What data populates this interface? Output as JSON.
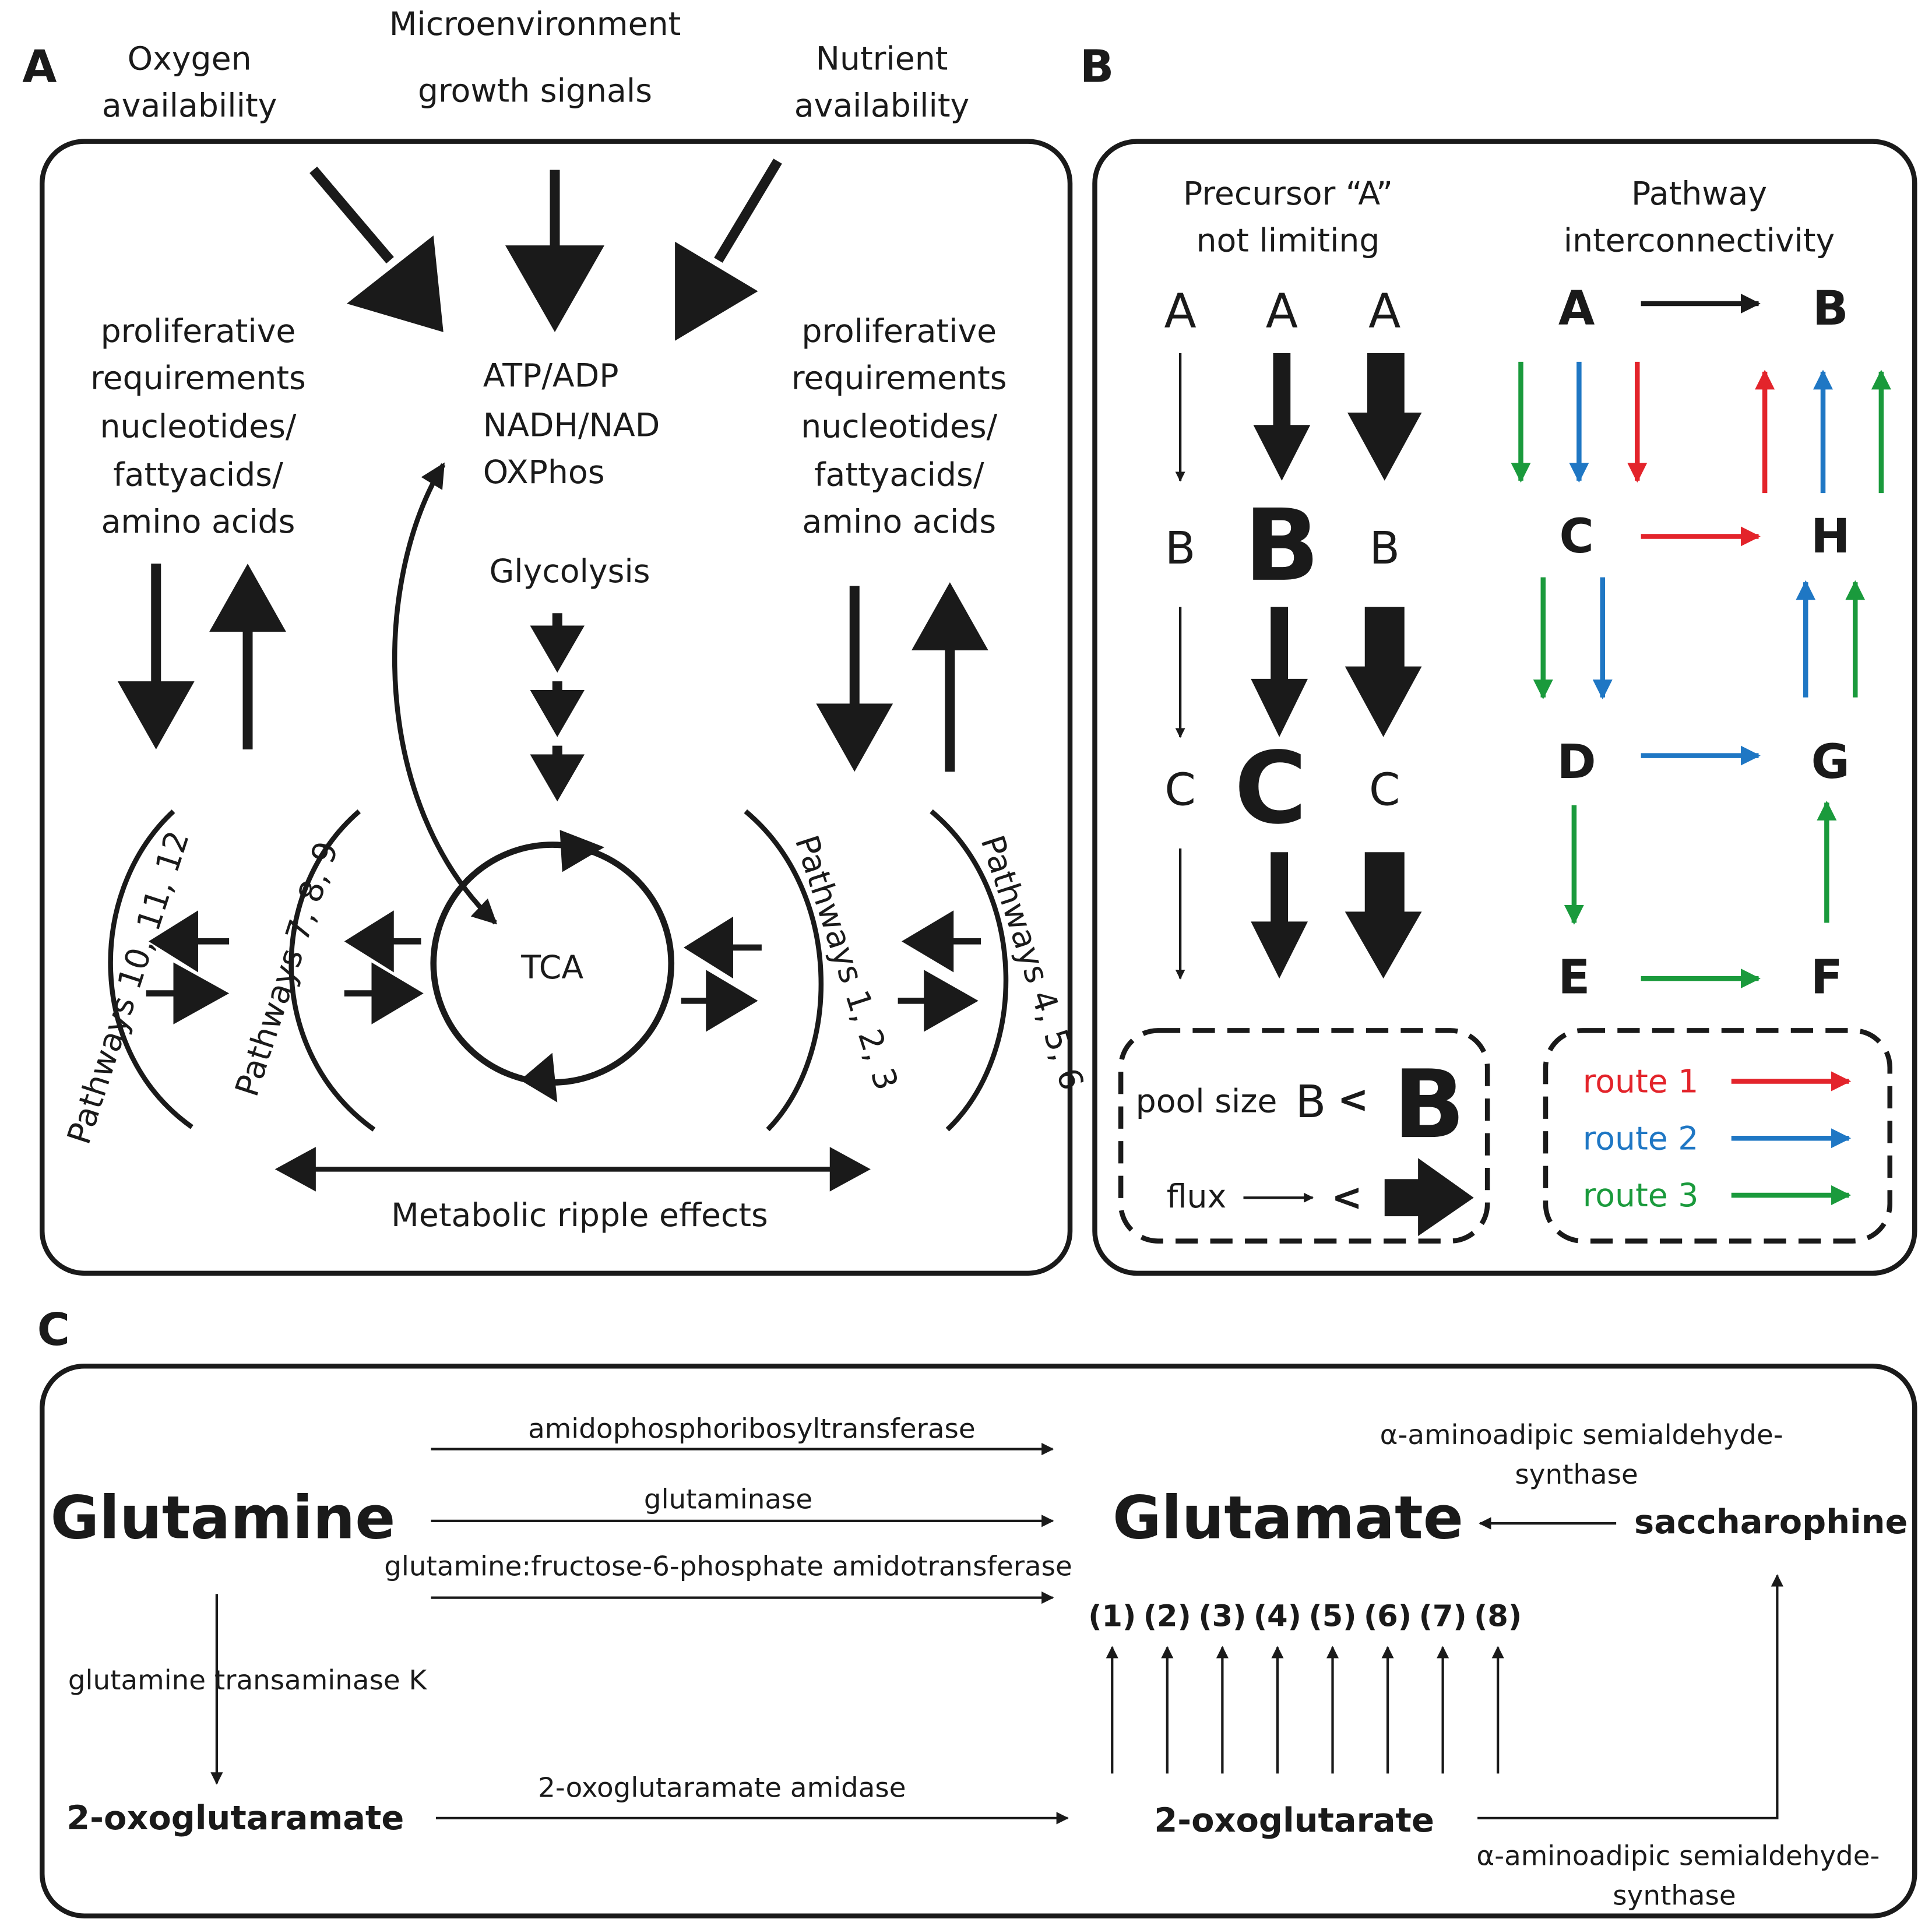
{
  "panelA": {
    "letter": "A",
    "oxygen": [
      "Oxygen",
      "availability"
    ],
    "micro": [
      "Microenvironment",
      "growth signals"
    ],
    "nutrient": [
      "Nutrient",
      "availability"
    ],
    "prolif": [
      "proliferative",
      "requirements",
      "nucleotides/",
      "fattyacids/",
      "amino acids"
    ],
    "energy": [
      "ATP/ADP",
      "NADH/NAD",
      "OXPhos"
    ],
    "glycolysis": "Glycolysis",
    "tca": "TCA",
    "pw_10_12": "Pathways 10, 11, 12",
    "pw_7_9": "Pathways 7, 8, 9",
    "pw_1_3": "Pathways 1, 2, 3",
    "pw_4_6": "Pathways 4, 5, 6",
    "ripple": "Metabolic ripple effects"
  },
  "panelB": {
    "letter": "B",
    "left_header": [
      "Precursor “A”",
      "not limiting"
    ],
    "right_header": [
      "Pathway",
      "interconnectivity"
    ],
    "chain_letters": [
      "A",
      "B",
      "C"
    ],
    "network_letters": [
      "A",
      "B",
      "C",
      "H",
      "D",
      "G",
      "E",
      "F"
    ],
    "legend_pool": "pool size",
    "legend_pool_small": "B",
    "legend_pool_big": "B",
    "legend_lt": "<",
    "legend_flux": "flux",
    "routes": [
      {
        "label": "route 1",
        "color": "#e3242b"
      },
      {
        "label": "route 2",
        "color": "#1f77c4"
      },
      {
        "label": "route 3",
        "color": "#1a9a3c"
      }
    ]
  },
  "panelC": {
    "letter": "C",
    "glutamine": "Glutamine",
    "glutamate": "Glutamate",
    "saccharophine": "saccharophine",
    "oxoglutaramate": "2-oxoglutaramate",
    "oxoglutarate": "2-oxoglutarate",
    "enzyme1": "amidophosphoribosyltransferase",
    "enzyme2": "glutaminase",
    "enzyme3": "glutamine:fructose-6-phosphate amidotransferase",
    "enzyme_tk": "glutamine transaminase K",
    "enzyme_amidase": "2-oxoglutaramate amidase",
    "aass_top": [
      "α-aminoadipic semialdehyde-",
      "synthase"
    ],
    "aass_bottom": [
      "α-aminoadipic semialdehyde-",
      "synthase"
    ],
    "numbers": [
      "(1)",
      "(2)",
      "(3)",
      "(4)",
      "(5)",
      "(6)",
      "(7)",
      "(8)"
    ]
  }
}
